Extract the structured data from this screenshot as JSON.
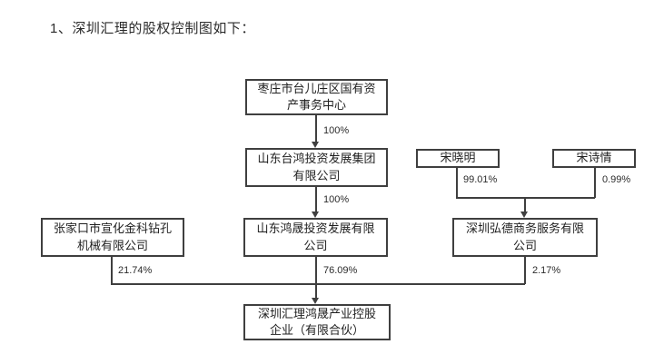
{
  "title": "1、深圳汇理的股权控制图如下：",
  "colors": {
    "line": "#3f3f3f",
    "box_border": "#3f3f3f",
    "text": "#1f1f1f",
    "background": "#ffffff"
  },
  "diagram": {
    "type": "ownership-structure",
    "nodes": {
      "root": {
        "line1": "枣庄市台儿庄区国有资",
        "line2": "产事务中心"
      },
      "taihong": {
        "line1": "山东台鸿投资发展集团",
        "line2": "有限公司"
      },
      "hongsheng": {
        "line1": "山东鸿晟投资发展有限",
        "line2": "公司"
      },
      "song_xiaoming": {
        "label": "宋晓明"
      },
      "song_shiqing": {
        "label": "宋诗情"
      },
      "hongde": {
        "line1": "深圳弘德商务服务有限",
        "line2": "公司"
      },
      "zhangjiakou": {
        "line1": "张家口市宣化金科钻孔",
        "line2": "机械有限公司"
      },
      "huili": {
        "line1": "深圳汇理鸿晟产业控股",
        "line2": "企业（有限合伙）"
      }
    },
    "edges": {
      "root_to_taihong": {
        "label": "100%"
      },
      "taihong_to_hongsheng": {
        "label": "100%"
      },
      "xiaoming_to_hongde": {
        "label": "99.01%"
      },
      "shiqing_to_hongde": {
        "label": "0.99%"
      },
      "zhangjiakou_to_huili": {
        "label": "21.74%"
      },
      "hongsheng_to_huili": {
        "label": "76.09%"
      },
      "hongde_to_huili": {
        "label": "2.17%"
      }
    }
  }
}
